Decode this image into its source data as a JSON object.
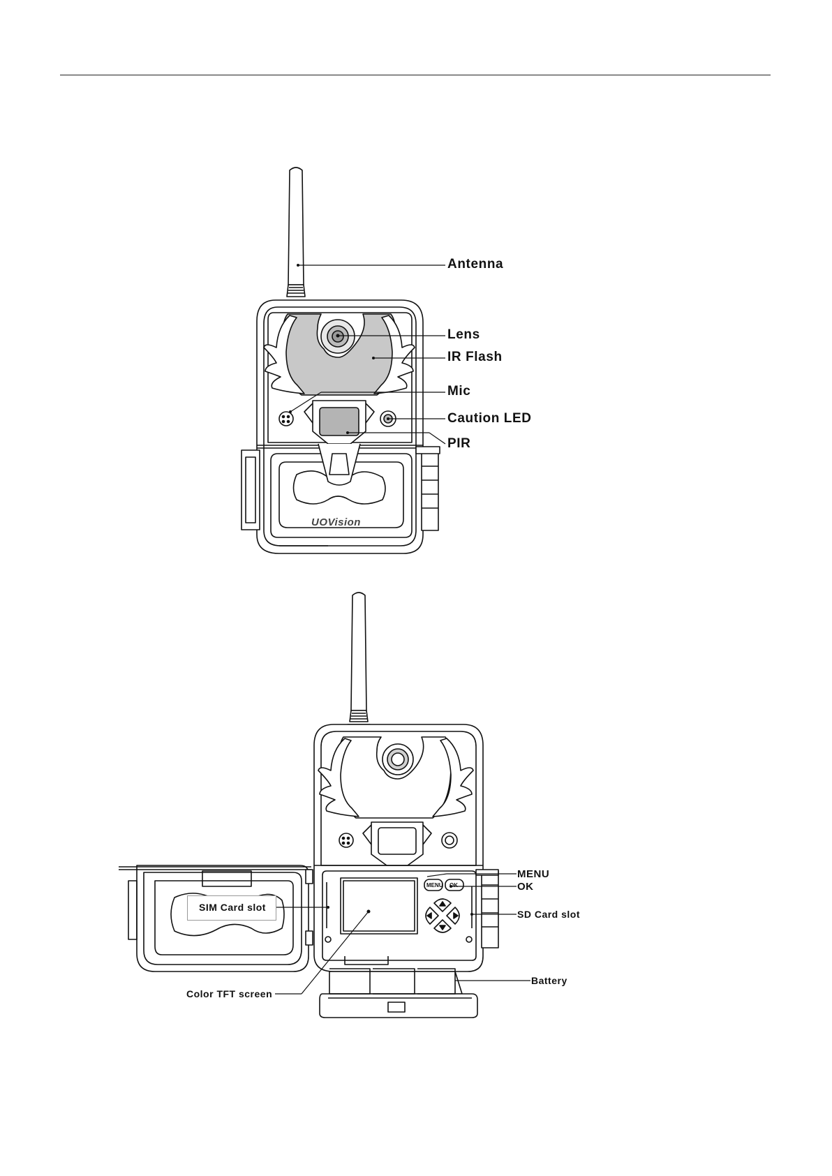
{
  "figure1": {
    "labels": {
      "antenna": "Antenna",
      "lens": "Lens",
      "ir_flash": "IR Flash",
      "mic": "Mic",
      "caution_led": "Caution LED",
      "pir": "PIR"
    },
    "logo": "UOVision"
  },
  "figure2": {
    "labels": {
      "menu": "MENU",
      "ok": "OK",
      "sd_card_slot": "SD Card slot",
      "sim_card_slot": "SIM Card slot",
      "battery": "Battery",
      "color_tft_screen": "Color TFT screen"
    },
    "buttons": {
      "menu": "MENU",
      "ok": "OK"
    }
  },
  "colors": {
    "line": "#111111",
    "ir_fill": "#c8c8c8",
    "pir_fill": "#b4b4b4"
  }
}
